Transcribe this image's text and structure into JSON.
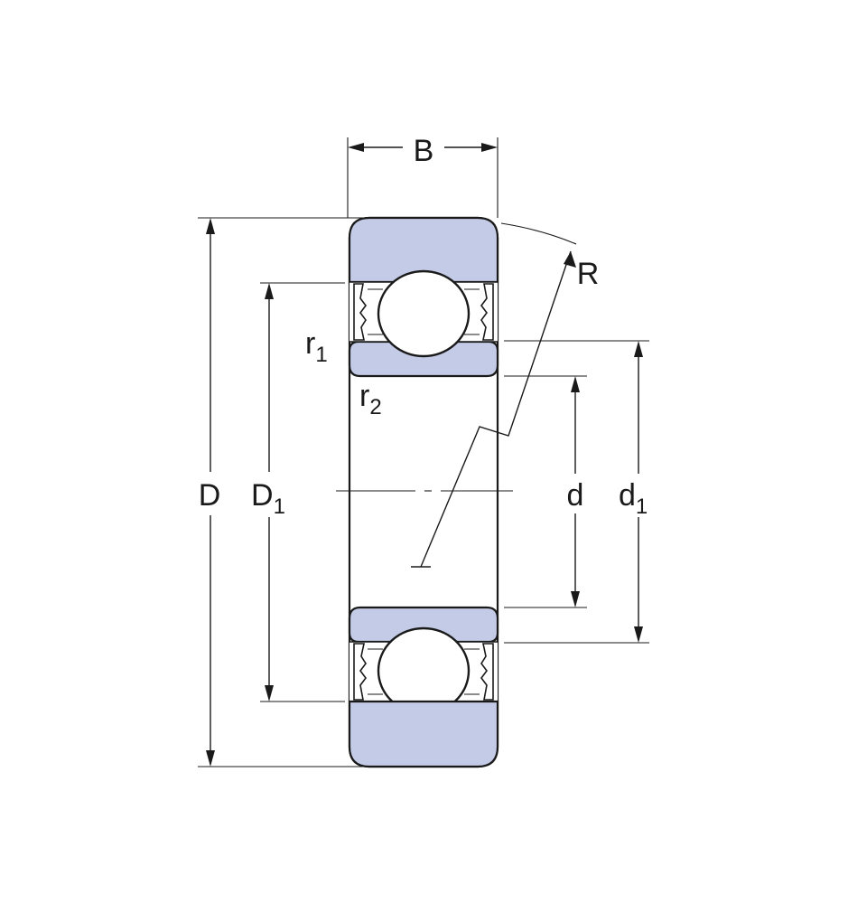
{
  "labels": {
    "B": "B",
    "R": "R",
    "r1_base": "r",
    "r1_sub": "1",
    "r2_base": "r",
    "r2_sub": "2",
    "D": "D",
    "D1_base": "D",
    "D1_sub": "1",
    "d": "d",
    "d1_base": "d",
    "d1_sub": "1"
  },
  "colors": {
    "ring_fill": "#c3cbe6",
    "outline": "#1a1a1a",
    "background": "#ffffff"
  }
}
